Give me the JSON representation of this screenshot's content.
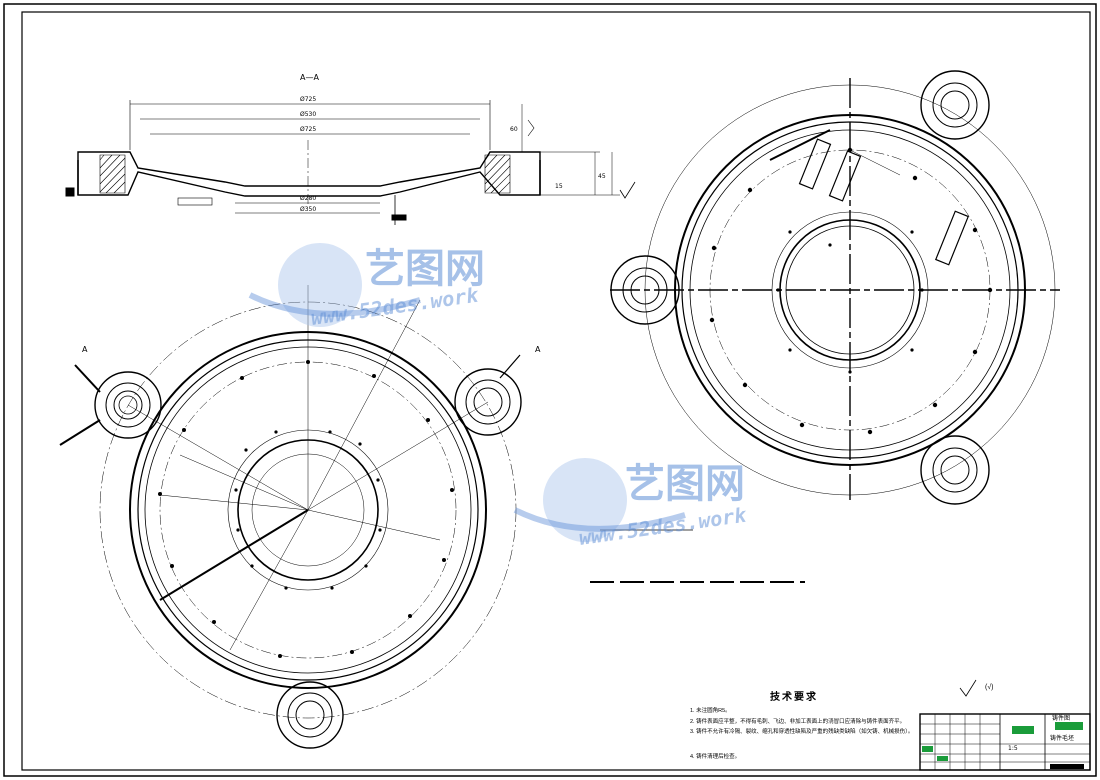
{
  "drawing": {
    "section_label": "A—A",
    "dimensions": {
      "top_overall": "Ø725",
      "top_mid": "Ø530",
      "top_inner": "Ø725",
      "bottom_1": "Ø280",
      "bottom_2": "Ø350",
      "right_h1": "45",
      "right_h2": "15",
      "left_v": "60"
    },
    "view_marks": {
      "left_arrow": "A",
      "right_arrow": "A"
    }
  },
  "technical_requirements": {
    "title": "技术要求",
    "lines": [
      "1. 未注圆角R5。",
      "2. 铸件表面应平整，不得有毛刺、飞边、非加工表面上的浇冒口应清除与铸件表面齐平。",
      "3. 铸件不允许有冷隔、裂纹、缩孔和穿透性缺陷及严重的残缺类缺陷（如欠铸、机械损伤）。",
      "4. 铸件清理后检查。"
    ]
  },
  "roughness_note": "(√)",
  "title_block": {
    "drawing_name": "铸件图",
    "material": "铸件毛坯",
    "scale": "1:5"
  },
  "watermarks": [
    {
      "cn": "艺图网",
      "en": "www.52des.work"
    },
    {
      "cn": "艺图网",
      "en": "www.52des.work"
    }
  ]
}
